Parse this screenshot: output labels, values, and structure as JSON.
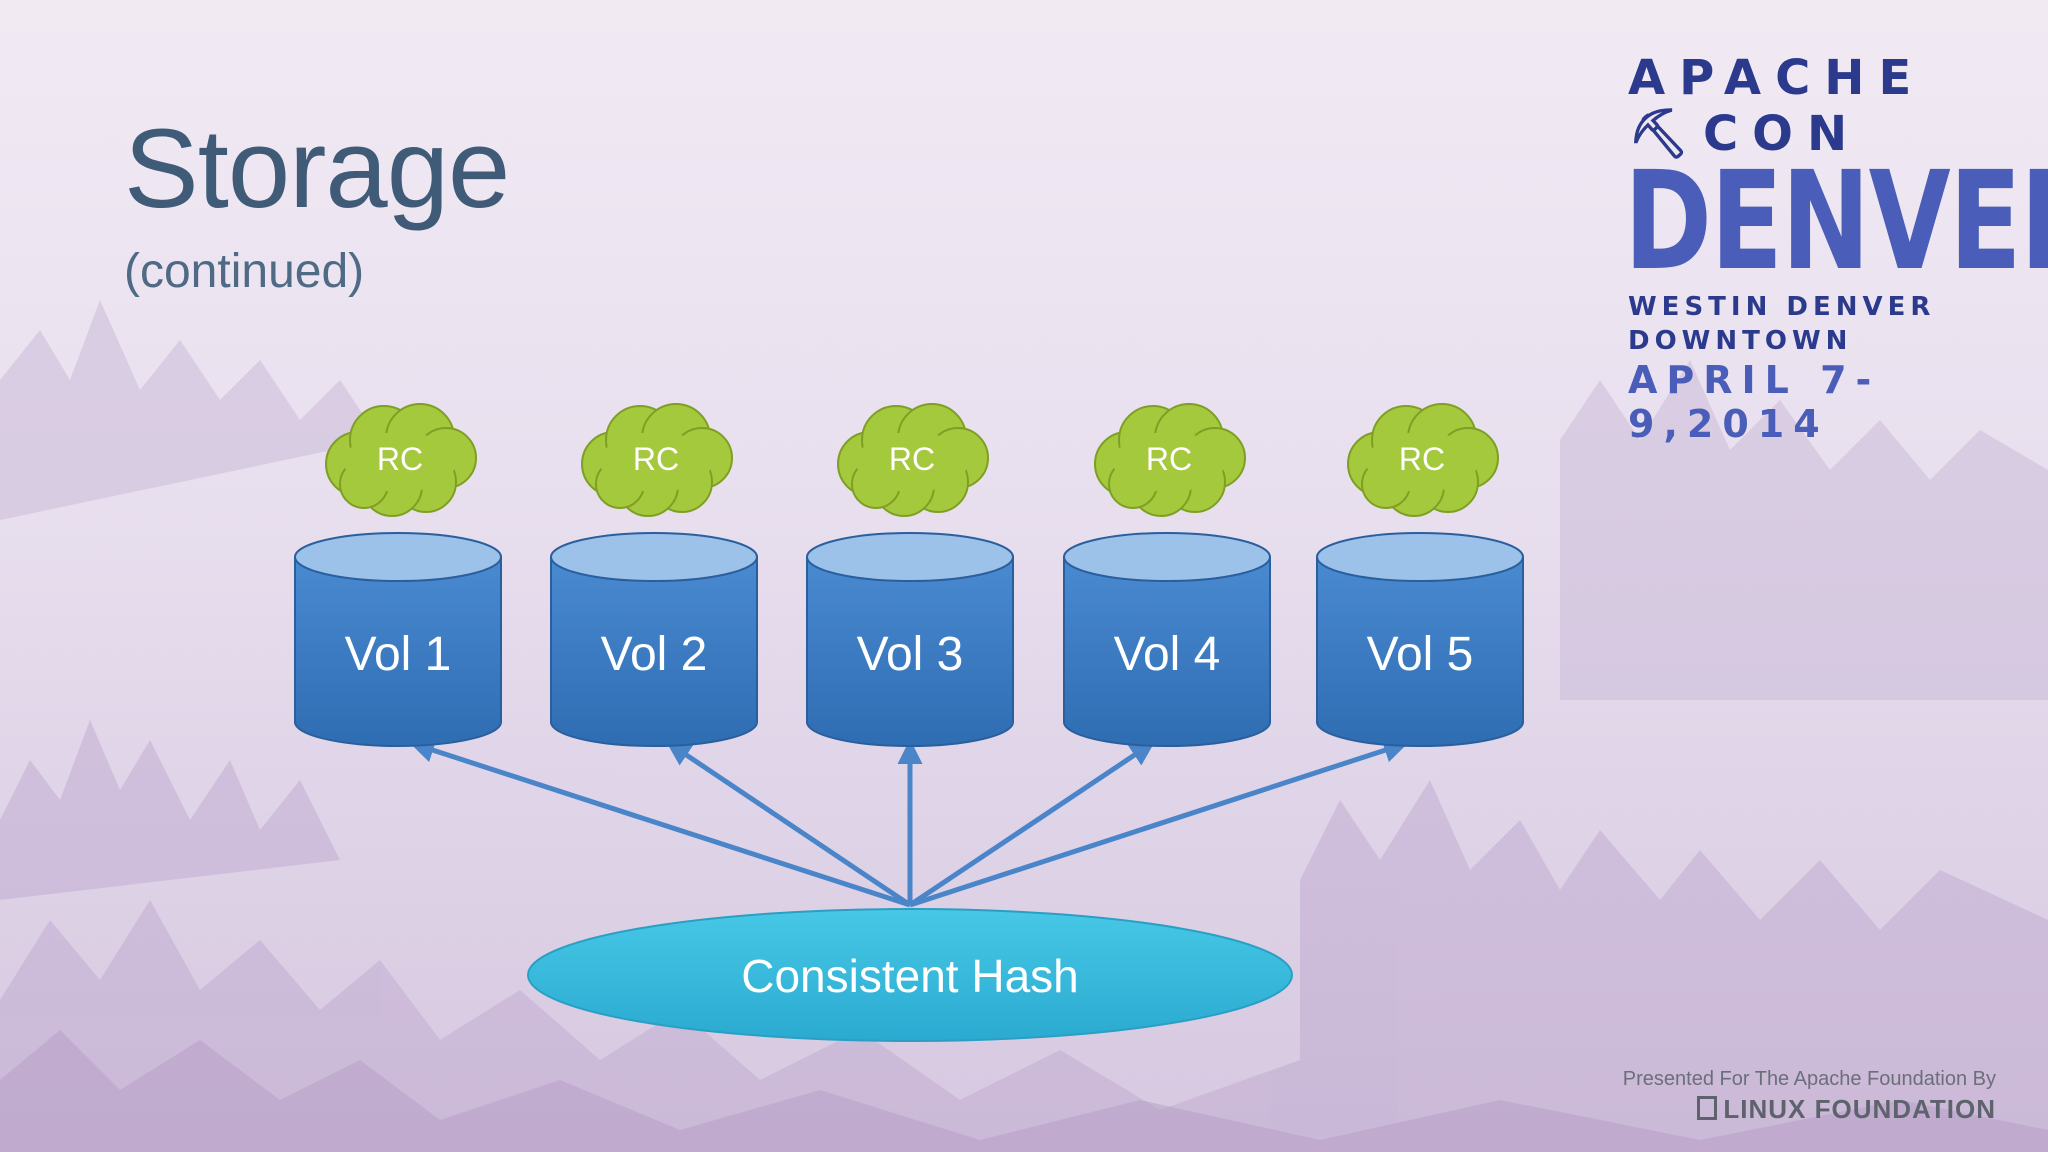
{
  "slide": {
    "title": "Storage",
    "subtitle": "(continued)"
  },
  "diagram": {
    "caches": [
      "RC",
      "RC",
      "RC",
      "RC",
      "RC"
    ],
    "volumes": [
      "Vol 1",
      "Vol 2",
      "Vol 3",
      "Vol 4",
      "Vol 5"
    ],
    "hash_label": "Consistent Hash",
    "colors": {
      "cache": "#a4c93c",
      "volume": "#3a7cc3",
      "volume_top": "#9cc2ea",
      "hash": "#3bbddc",
      "arrow": "#4a85c9"
    }
  },
  "logo": {
    "line1": "APACHE",
    "icon": "pickaxe-icon",
    "line1b": "CON",
    "city": "DENVER",
    "venue": "WESTIN DENVER DOWNTOWN",
    "dates": "APRIL 7-9,2014"
  },
  "footer": {
    "presented": "Presented For The Apache Foundation By",
    "org": "LINUX FOUNDATION"
  }
}
